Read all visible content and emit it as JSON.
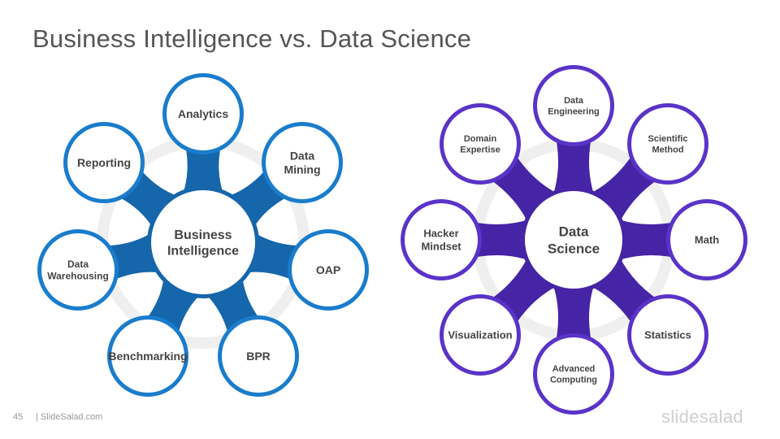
{
  "slide": {
    "title": "Business Intelligence vs. Data Science",
    "page_number": "45",
    "footer_site": "| SlideSalad.com",
    "logo_text": "slidesalad"
  },
  "colors": {
    "bi": "#1a7ccc",
    "bi_dark": "#1566ab",
    "ds": "#5a33c8",
    "ds_dark": "#4624a6",
    "text": "#444444"
  },
  "diagrams": [
    {
      "id": "bi",
      "center": [
        "Business",
        "Intelligence"
      ],
      "nodes": [
        [
          "Analytics"
        ],
        [
          "Data",
          "Mining"
        ],
        [
          "OAP"
        ],
        [
          "BPR"
        ],
        [
          "Benchmarking"
        ],
        [
          "Data",
          "Warehousing"
        ],
        [
          "Reporting"
        ]
      ]
    },
    {
      "id": "ds",
      "center": [
        "Data",
        "Science"
      ],
      "nodes": [
        [
          "Data",
          "Engineering"
        ],
        [
          "Scientific",
          "Method"
        ],
        [
          "Math"
        ],
        [
          "Statistics"
        ],
        [
          "Advanced",
          "Computing"
        ],
        [
          "Visualization"
        ],
        [
          "Hacker",
          "Mindset"
        ],
        [
          "Domain",
          "Expertise"
        ]
      ]
    }
  ]
}
